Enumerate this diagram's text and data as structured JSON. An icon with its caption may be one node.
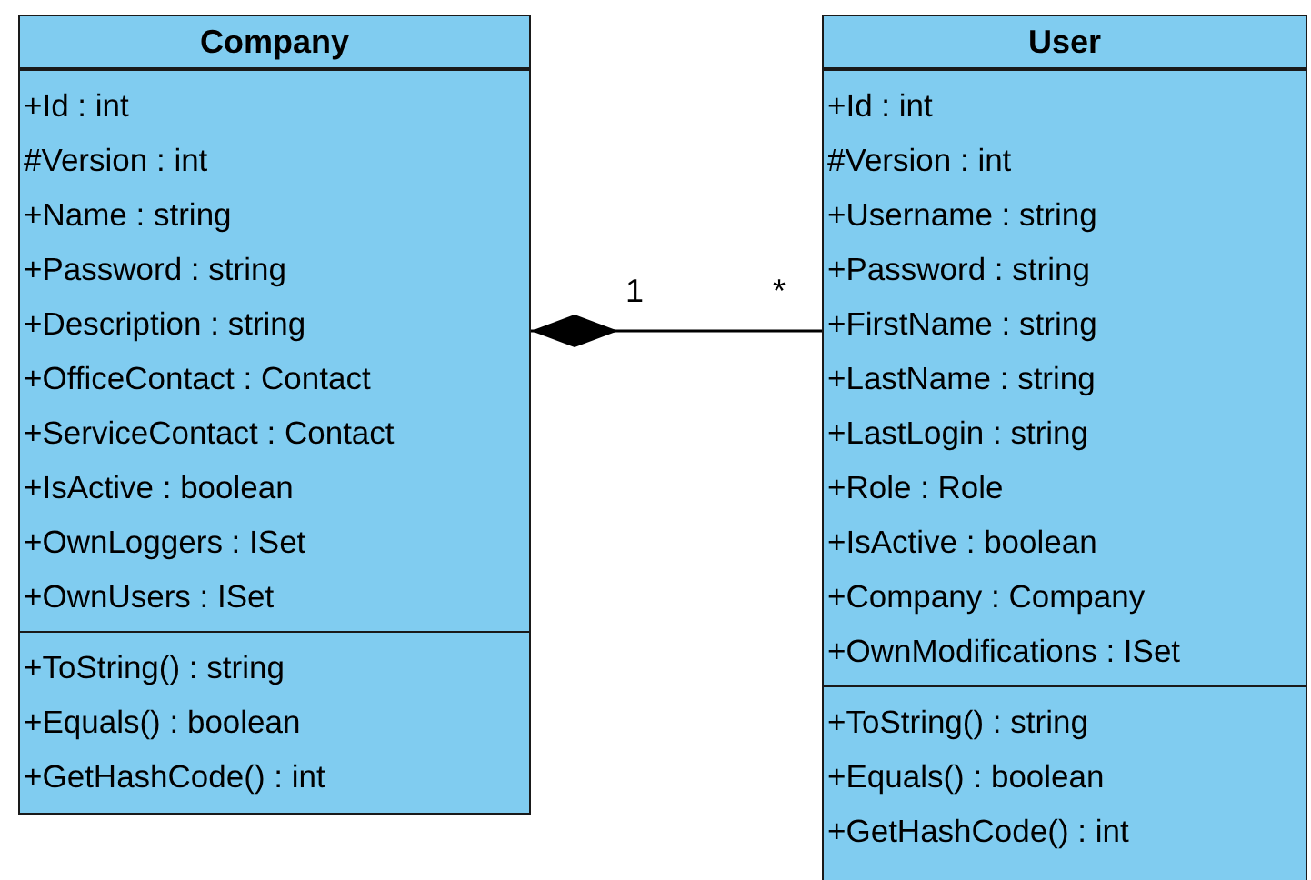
{
  "diagram": {
    "nodes": [
      {
        "text": [
          "Company"
        ]
      },
      {
        "text": [
          "+Id : int",
          "#Version : int",
          "+Name : string",
          "+Password : string",
          "+Description : string",
          "+OfficeContact : Contact",
          "+ServiceContact : Contact",
          "+IsActive : boolean",
          "+OwnLoggers : ISet",
          "+OwnUsers : ISet"
        ],
        "in": 0
      },
      {
        "text": [
          "+ToString() : string",
          "+Equals() : boolean",
          "+GetHashCode() : int"
        ],
        "in": 0
      },
      {
        "text": [
          "User"
        ]
      },
      {
        "text": [
          "+Id : int",
          "#Version : int",
          "+Username : string",
          "+Password : string",
          "+FirstName : string",
          "+LastName : string",
          "+LastLogin : string",
          "+Role : Role",
          "+IsActive : boolean",
          "+Company : Company",
          "+OwnModifications : ISet"
        ],
        "in": 3
      },
      {
        "text": [
          "+ToString() : string",
          "+Equals() : boolean",
          "+GetHashCode() : int"
        ],
        "in": 3
      }
    ],
    "edges": [
      {
        "from": 3,
        "to": 0,
        "arrow": "other"
      }
    ],
    "labels": [
      "1",
      "*"
    ]
  }
}
